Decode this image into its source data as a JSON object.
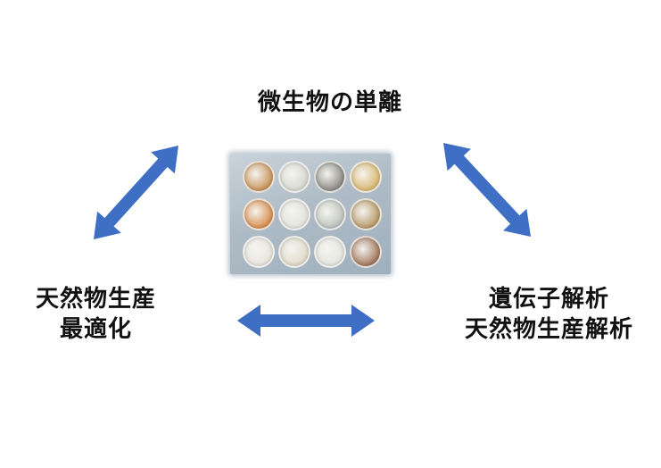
{
  "nodes": {
    "top": {
      "lines": [
        "微生物の単離"
      ]
    },
    "left": {
      "lines": [
        "天然物生産",
        "最適化"
      ]
    },
    "right": {
      "lines": [
        "遺伝子解析",
        "天然物生産解析"
      ]
    }
  },
  "colors": {
    "arrow": "#3f6fc4",
    "text": "#111111",
    "background": "#ffffff"
  },
  "photo": {
    "subject": "petri-dish-culture-plates",
    "plates": [
      {
        "color": "#c9935a"
      },
      {
        "color": "#d8d8d2"
      },
      {
        "color": "#8c8a84"
      },
      {
        "color": "#d9b870"
      },
      {
        "color": "#d98d4f"
      },
      {
        "color": "#e2e4dc"
      },
      {
        "color": "#bfc3bd"
      },
      {
        "color": "#b89a68"
      },
      {
        "color": "#e8e6dc"
      },
      {
        "color": "#e0dccb"
      },
      {
        "color": "#e6e6e0"
      },
      {
        "color": "#a2765c"
      }
    ]
  }
}
